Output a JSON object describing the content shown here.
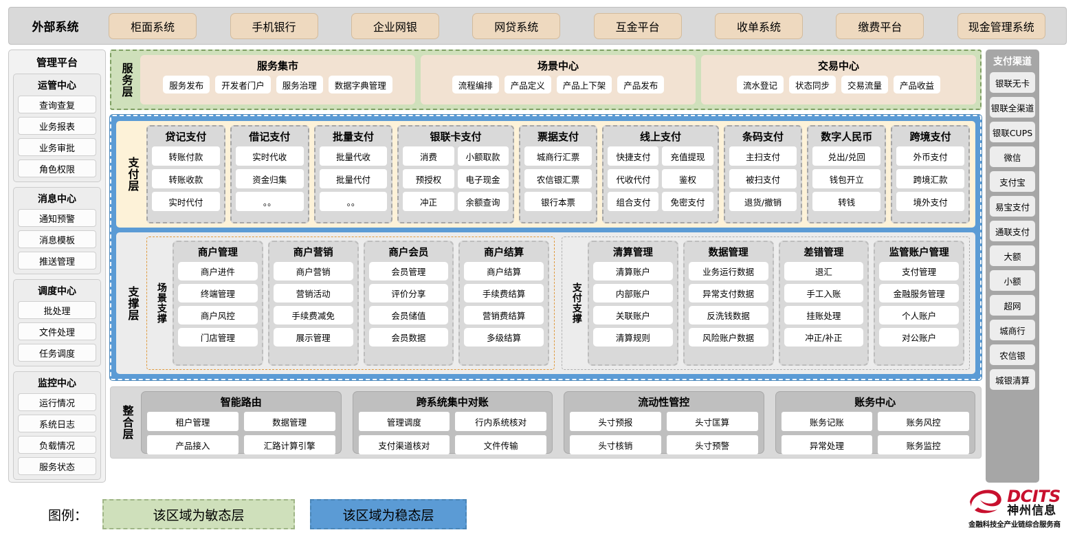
{
  "external": {
    "title": "外部系统",
    "items": [
      "柜面系统",
      "手机银行",
      "企业网银",
      "网贷系统",
      "互金平台",
      "收单系统",
      "缴费平台",
      "现金管理系统"
    ]
  },
  "management": {
    "title": "管理平台",
    "groups": [
      {
        "title": "运管中心",
        "items": [
          "查询查复",
          "业务报表",
          "业务审批",
          "角色权限"
        ]
      },
      {
        "title": "消息中心",
        "items": [
          "通知预警",
          "消息模板",
          "推送管理"
        ]
      },
      {
        "title": "调度中心",
        "items": [
          "批处理",
          "文件处理",
          "任务调度"
        ]
      },
      {
        "title": "监控中心",
        "items": [
          "运行情况",
          "系统日志",
          "负载情况",
          "服务状态"
        ]
      }
    ]
  },
  "channel": {
    "title": "支付渠道",
    "items": [
      "银联无卡",
      "银联全渠道",
      "银联CUPS",
      "微信",
      "支付宝",
      "易宝支付",
      "通联支付",
      "大额",
      "小额",
      "超网",
      "城商行",
      "农信银",
      "城银清算"
    ]
  },
  "service_layer": {
    "label": "服务层",
    "groups": [
      {
        "title": "服务集市",
        "items": [
          "服务发布",
          "开发者门户",
          "服务治理",
          "数据字典管理"
        ]
      },
      {
        "title": "场景中心",
        "items": [
          "流程编排",
          "产品定义",
          "产品上下架",
          "产品发布"
        ]
      },
      {
        "title": "交易中心",
        "items": [
          "流水登记",
          "状态同步",
          "交易流量",
          "产品收益"
        ]
      }
    ]
  },
  "payment_layer": {
    "label": "支付层",
    "groups": [
      {
        "title": "贷记支付",
        "cols": 1,
        "items": [
          "转账付款",
          "转账收款",
          "实时代付"
        ]
      },
      {
        "title": "借记支付",
        "cols": 1,
        "items": [
          "实时代收",
          "资金归集",
          "。。"
        ]
      },
      {
        "title": "批量支付",
        "cols": 1,
        "items": [
          "批量代收",
          "批量代付",
          "。。"
        ]
      },
      {
        "title": "银联卡支付",
        "cols": 2,
        "items": [
          "消费",
          "小额取款",
          "预授权",
          "电子现金",
          "冲正",
          "余额查询"
        ]
      },
      {
        "title": "票据支付",
        "cols": 1,
        "items": [
          "城商行汇票",
          "农信银汇票",
          "银行本票"
        ]
      },
      {
        "title": "线上支付",
        "cols": 2,
        "items": [
          "快捷支付",
          "充值提现",
          "代收代付",
          "鉴权",
          "组合支付",
          "免密支付"
        ]
      },
      {
        "title": "条码支付",
        "cols": 1,
        "items": [
          "主扫支付",
          "被扫支付",
          "退货/撤销"
        ]
      },
      {
        "title": "数字人民币",
        "cols": 1,
        "items": [
          "兑出/兑回",
          "钱包开立",
          "转钱"
        ]
      },
      {
        "title": "跨境支付",
        "cols": 1,
        "items": [
          "外币支付",
          "跨境汇款",
          "境外支付"
        ]
      }
    ]
  },
  "support_layer": {
    "label": "支撑层",
    "halves": [
      {
        "label": "场景支撑",
        "groups": [
          {
            "title": "商户管理",
            "items": [
              "商户进件",
              "终端管理",
              "商户风控",
              "门店管理"
            ]
          },
          {
            "title": "商户营销",
            "items": [
              "商户营销",
              "营销活动",
              "手续费减免",
              "展示管理"
            ]
          },
          {
            "title": "商户会员",
            "items": [
              "会员管理",
              "评价分享",
              "会员储值",
              "会员数据"
            ]
          },
          {
            "title": "商户结算",
            "items": [
              "商户结算",
              "手续费结算",
              "营销费结算",
              "多级结算"
            ]
          }
        ]
      },
      {
        "label": "支付支撑",
        "groups": [
          {
            "title": "清算管理",
            "items": [
              "清算账户",
              "内部账户",
              "关联账户",
              "清算规则"
            ]
          },
          {
            "title": "数据管理",
            "items": [
              "业务运行数据",
              "异常支付数据",
              "反洗钱数据",
              "风险账户数据"
            ]
          },
          {
            "title": "差错管理",
            "items": [
              "退汇",
              "手工入账",
              "挂账处理",
              "冲正/补正"
            ]
          },
          {
            "title": "监管账户管理",
            "items": [
              "支付管理",
              "金融服务管理",
              "个人账户",
              "对公账户"
            ]
          }
        ]
      }
    ]
  },
  "integration_layer": {
    "label": "整合层",
    "groups": [
      {
        "title": "智能路由",
        "items": [
          "租户管理",
          "数据管理",
          "产品接入",
          "汇路计算引擎"
        ]
      },
      {
        "title": "跨系统集中对账",
        "items": [
          "管理调度",
          "行内系统核对",
          "支付渠道核对",
          "文件传输"
        ]
      },
      {
        "title": "流动性管控",
        "items": [
          "头寸预报",
          "头寸匡算",
          "头寸核销",
          "头寸预警"
        ]
      },
      {
        "title": "账务中心",
        "items": [
          "账务记账",
          "账务风控",
          "异常处理",
          "账务监控"
        ]
      }
    ]
  },
  "legend": {
    "label": "图例：",
    "agile": "该区域为敏态层",
    "stable": "该区域为稳态层",
    "agile_color": "#cfe0bb",
    "stable_color": "#5b9bd5"
  },
  "logo": {
    "en": "DCITS",
    "cn": "神州信息",
    "tagline": "金融科技全产业链综合服务商",
    "color": "#c8102e"
  }
}
